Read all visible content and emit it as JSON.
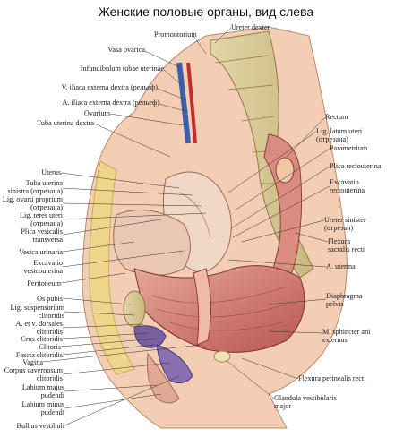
{
  "title": "Женские половые органы, вид слева",
  "labels_left": [
    {
      "id": "vasa-ovarica",
      "lines": [
        "Vasa ovarica"
      ]
    },
    {
      "id": "infundibulum",
      "lines": [
        "Infundibulum tubae uterinae"
      ]
    },
    {
      "id": "v-iliaca",
      "lines": [
        "V. iliaca externa dextra (рельеф)"
      ]
    },
    {
      "id": "a-iliaca",
      "lines": [
        "A. iliaca externa dextra (рельеф)"
      ]
    },
    {
      "id": "ovarium",
      "lines": [
        "Ovarium"
      ]
    },
    {
      "id": "tuba-dextra",
      "lines": [
        "Tuba uterina dextra"
      ]
    },
    {
      "id": "uterus",
      "lines": [
        "Uterus"
      ]
    },
    {
      "id": "tuba-sinistra",
      "lines": [
        "Tuba uterina",
        "sinistra (отрезана)"
      ]
    },
    {
      "id": "lig-ovarii",
      "lines": [
        "Lig. ovarii proprium",
        "(отрезана)"
      ]
    },
    {
      "id": "lig-teres",
      "lines": [
        "Lig. teres uteri",
        "(отрезана)"
      ]
    },
    {
      "id": "plica-vesicalis",
      "lines": [
        "Plica vesicalis",
        "transversa"
      ]
    },
    {
      "id": "vesica-urinaria",
      "lines": [
        "Vesica urinaria"
      ]
    },
    {
      "id": "excavatio-vesico",
      "lines": [
        "Excavatio",
        "vesicouterina"
      ]
    },
    {
      "id": "peritoneum",
      "lines": [
        "Peritoneum"
      ]
    },
    {
      "id": "os-pubis",
      "lines": [
        "Os pubis"
      ]
    },
    {
      "id": "lig-suspensorium",
      "lines": [
        "Lig. suspensorium",
        "clitoridis"
      ]
    },
    {
      "id": "a-v-dorsales",
      "lines": [
        "A. et v. dorsales",
        "clitoridis"
      ]
    },
    {
      "id": "crus-clitoridis",
      "lines": [
        "Crus clitoridis"
      ]
    },
    {
      "id": "clitoris",
      "lines": [
        "Clitoris"
      ]
    },
    {
      "id": "fascia-clitoridis",
      "lines": [
        "Fascia clitoridis"
      ]
    },
    {
      "id": "vagina",
      "lines": [
        "Vagina"
      ]
    },
    {
      "id": "corpus-cavernosum",
      "lines": [
        "Corpus cavernosum",
        "clitoridis"
      ]
    },
    {
      "id": "labium-majus",
      "lines": [
        "Labium majus",
        "pudendi"
      ]
    },
    {
      "id": "labium-minus",
      "lines": [
        "Labium minus",
        "pudendi"
      ]
    },
    {
      "id": "bulbus-vestibuli",
      "lines": [
        "Bulbus vestibuli"
      ]
    }
  ],
  "labels_right": [
    {
      "id": "promontorium",
      "lines": [
        "Promontorium"
      ]
    },
    {
      "id": "ureter-dexter",
      "lines": [
        "Ureter dexter"
      ]
    },
    {
      "id": "rectum",
      "lines": [
        "Rectum"
      ]
    },
    {
      "id": "lig-latum",
      "lines": [
        "Lig. latum uteri",
        "(отрезана)"
      ]
    },
    {
      "id": "parametrium",
      "lines": [
        "Parametrium"
      ]
    },
    {
      "id": "plica-recto",
      "lines": [
        "Plica rectouterina"
      ]
    },
    {
      "id": "excavatio-recto",
      "lines": [
        "Excavatio",
        "rectouterina"
      ]
    },
    {
      "id": "ureter-sinister",
      "lines": [
        "Ureter sinister",
        "(отрезан)"
      ]
    },
    {
      "id": "flexura-sacralis",
      "lines": [
        "Flexura",
        "sacralis recti"
      ]
    },
    {
      "id": "a-uterina",
      "lines": [
        "A. uterina"
      ]
    },
    {
      "id": "diaphragma-pelvis",
      "lines": [
        "Diaphragma",
        "pelvis"
      ]
    },
    {
      "id": "m-sphincter",
      "lines": [
        "M. sphincter ani",
        "externus"
      ]
    },
    {
      "id": "flexura-perinealis",
      "lines": [
        "Flexura perinealis recti"
      ]
    },
    {
      "id": "glandula-vestibularis",
      "lines": [
        "Glandula vestibularis",
        "major"
      ]
    }
  ]
}
